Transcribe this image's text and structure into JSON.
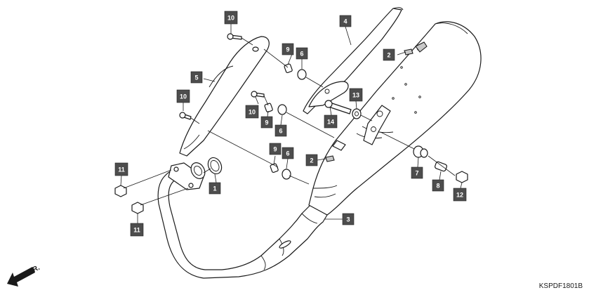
{
  "diagram": {
    "drawing_code": "KSPDF1801B",
    "front_indicator": "FR.",
    "callouts": [
      {
        "id": "c1",
        "label": "1"
      },
      {
        "id": "c2a",
        "label": "2"
      },
      {
        "id": "c2b",
        "label": "2"
      },
      {
        "id": "c3",
        "label": "3"
      },
      {
        "id": "c4",
        "label": "4"
      },
      {
        "id": "c5",
        "label": "5"
      },
      {
        "id": "c6a",
        "label": "6"
      },
      {
        "id": "c6b",
        "label": "6"
      },
      {
        "id": "c6c",
        "label": "6"
      },
      {
        "id": "c7",
        "label": "7"
      },
      {
        "id": "c8",
        "label": "8"
      },
      {
        "id": "c9a",
        "label": "9"
      },
      {
        "id": "c9b",
        "label": "9"
      },
      {
        "id": "c9c",
        "label": "9"
      },
      {
        "id": "c10a",
        "label": "10"
      },
      {
        "id": "c10b",
        "label": "10"
      },
      {
        "id": "c10c",
        "label": "10"
      },
      {
        "id": "c11a",
        "label": "11"
      },
      {
        "id": "c11b",
        "label": "11"
      },
      {
        "id": "c12",
        "label": "12"
      },
      {
        "id": "c13",
        "label": "13"
      },
      {
        "id": "c14",
        "label": "14"
      }
    ]
  }
}
